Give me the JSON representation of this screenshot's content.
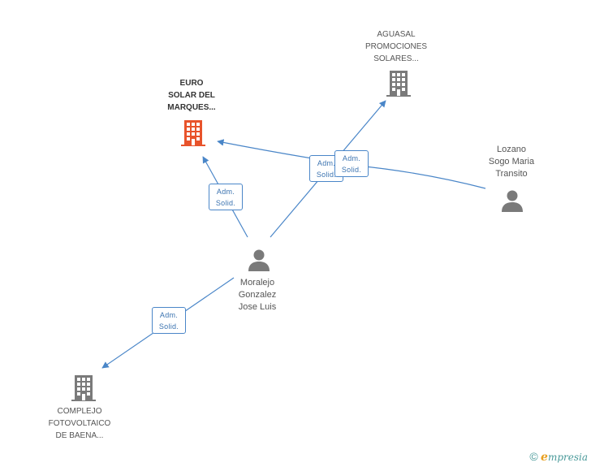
{
  "nodes": {
    "euro_solar": {
      "label_lines": [
        "EURO",
        "SOLAR DEL",
        "MARQUES..."
      ],
      "color": "#e8532b"
    },
    "aguasal": {
      "label_lines": [
        "AGUASAL",
        "PROMOCIONES",
        "SOLARES..."
      ],
      "color": "#7a7a7a"
    },
    "lozano": {
      "label_lines": [
        "Lozano",
        "Sogo Maria",
        "Transito"
      ],
      "color": "#7a7a7a"
    },
    "moralejo": {
      "label_lines": [
        "Moralejo",
        "Gonzalez",
        "Jose Luis"
      ],
      "color": "#7a7a7a"
    },
    "complejo": {
      "label_lines": [
        "COMPLEJO",
        "FOTOVOLTAICO",
        "DE BAENA..."
      ],
      "color": "#7a7a7a"
    }
  },
  "relations": [
    {
      "line1": "Adm.",
      "line2": "Solid."
    },
    {
      "line1": "Adm.",
      "line2": "Solid."
    },
    {
      "line1": "Adm.",
      "line2": "Solid."
    },
    {
      "line1": "Adm.",
      "line2": "Solid."
    }
  ],
  "edge_color": "#4a86c8",
  "brand": {
    "copyright": "©",
    "e": "e",
    "rest": "mpresia"
  }
}
